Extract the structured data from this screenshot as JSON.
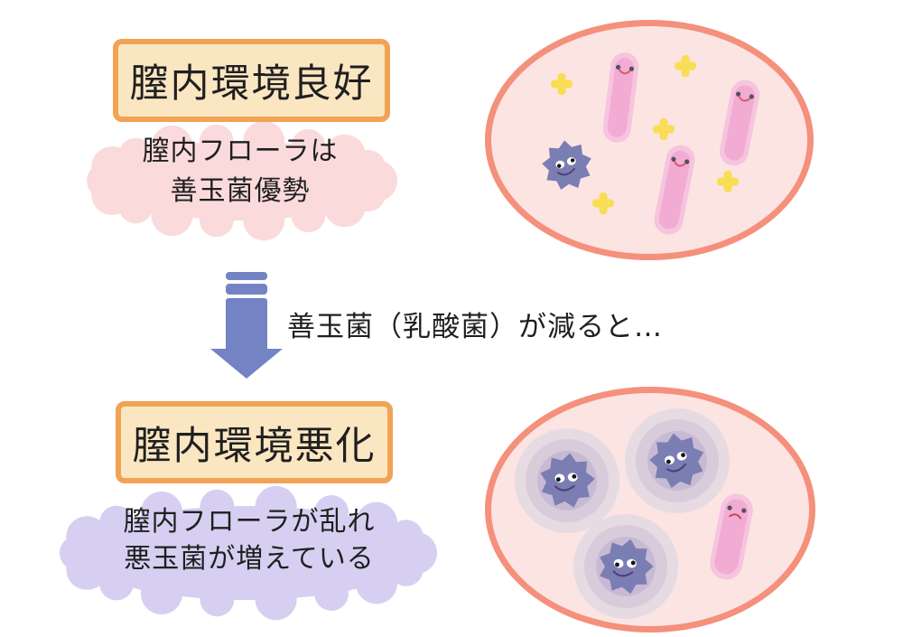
{
  "good_section": {
    "title": "膣内環境良好",
    "caption_lines": [
      "膣内フローラは",
      "善玉菌優勢"
    ]
  },
  "transition": {
    "label": "善玉菌（乳酸菌）が減ると…"
  },
  "bad_section": {
    "title": "膣内環境悪化",
    "caption_lines": [
      "膣内フローラが乱れ",
      "悪玉菌が増えている"
    ]
  },
  "icons": {
    "good_bacteria": "rod-bacterium-icon",
    "bad_bacteria": "spiky-bacterium-icon",
    "sparkle": "plus-sparkle-icon",
    "transition_arrow": "down-arrow-icon"
  },
  "colors": {
    "title_box_border": "#F1A355",
    "title_box_fill": "#FBE6C2",
    "cloud_pink": "#FBDADB",
    "cloud_purple": "#D6CFF1",
    "ellipse_border": "#F4907C",
    "ellipse_fill": "#FCE4E2",
    "rod_outer": "#F6C4DE",
    "rod_inner": "#F2ABD3",
    "spiky_purple": "#7A7EB2",
    "plus_yellow": "#F8DD55",
    "arrow_blue": "#7383C4",
    "text": "#1f1f1f"
  }
}
